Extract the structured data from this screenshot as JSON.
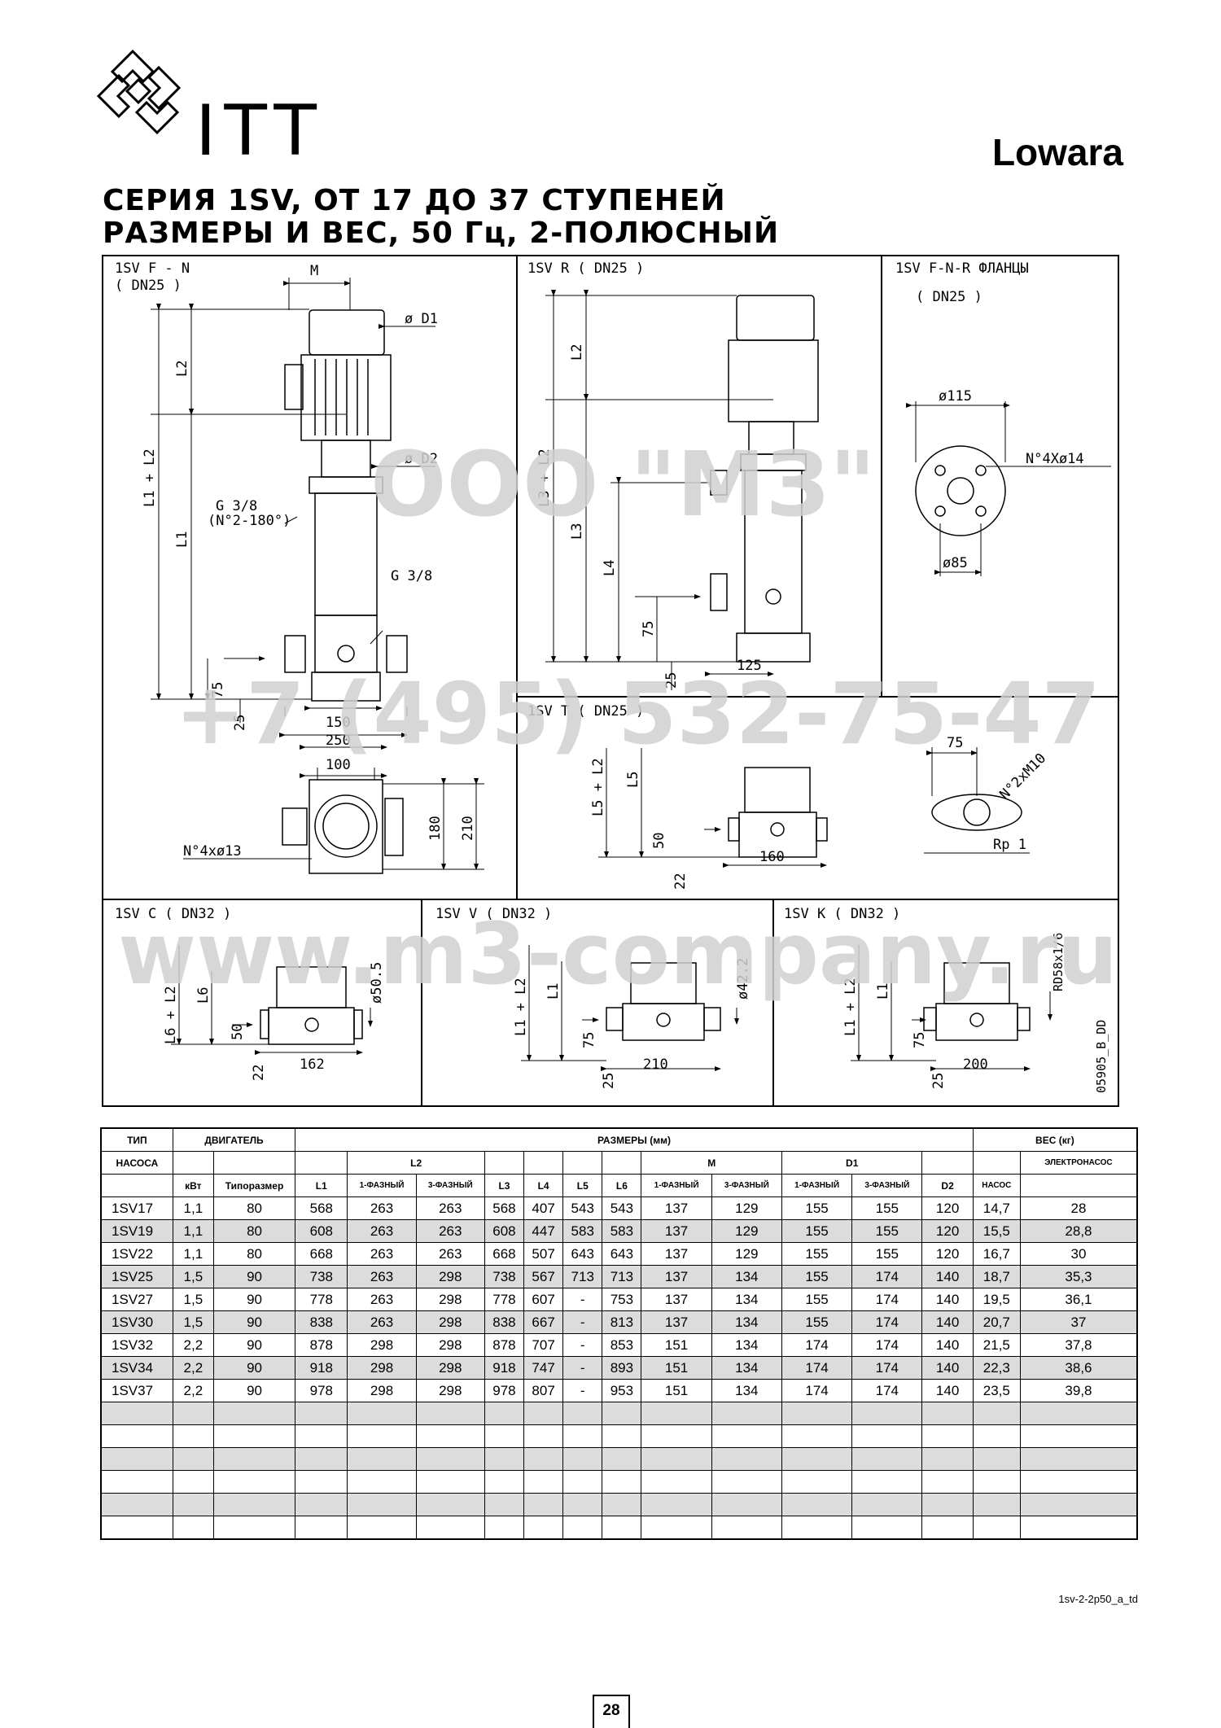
{
  "brand": {
    "logo_text": "ITT",
    "lowara": "Lowara"
  },
  "title": {
    "line1": "СЕРИЯ 1SV, ОТ 17 ДО 37 СТУПЕНЕЙ",
    "line2": "РАЗМЕРЫ И ВЕС, 50 Гц, 2-ПОЛЮСНЫЙ"
  },
  "watermark": {
    "line1": "ООО \"МЗ\"",
    "line2": "+7 (495) 532-75-47",
    "line3": "www.m3-company.ru"
  },
  "drawings": {
    "fn": {
      "title1": "1SV F - N",
      "title2": "( DN25 )",
      "M": "M",
      "D1": "ø D1",
      "D2": "ø D2",
      "L2": "L2",
      "L1L2": "L1 + L2",
      "L1": "L1",
      "g38a": "G 3/8",
      "g38b": "(N°2-180°)",
      "g38": "G 3/8",
      "d75": "75",
      "d25": "25",
      "d150": "150",
      "d250": "250",
      "d100": "100",
      "d180": "180",
      "d210": "210",
      "holes": "N°4xø13"
    },
    "r": {
      "title": "1SV R ( DN25 )",
      "L2": "L2",
      "L3L2": "L3 + L2",
      "L3": "L3",
      "L4": "L4",
      "d75": "75",
      "d25": "25",
      "d125": "125"
    },
    "flanges": {
      "title1": "1SV F-N-R ФЛАНЦЫ",
      "title2": "( DN25 )",
      "d115": "ø115",
      "holes": "N°4Xø14",
      "d85": "ø85"
    },
    "t": {
      "title": "1SV T ( DN25 )",
      "L5L2": "L5 + L2",
      "L5": "L5",
      "d50": "50",
      "d22": "22",
      "d160": "160",
      "d75": "75",
      "holes": "N°2xM10",
      "rp": "Rp 1"
    },
    "c": {
      "title": "1SV C ( DN32 )",
      "L6L2": "L6 + L2",
      "L6": "L6",
      "d50": "50",
      "d22": "22",
      "d162": "162",
      "d505": "ø50.5"
    },
    "v": {
      "title": "1SV V ( DN32 )",
      "L1L2": "L1 + L2",
      "L1": "L1",
      "d75": "75",
      "d25": "25",
      "d210": "210",
      "d422": "ø42.2"
    },
    "k": {
      "title": "1SV K ( DN32 )",
      "L1L2": "L1 + L2",
      "L1": "L1",
      "d75": "75",
      "d25": "25",
      "d200": "200",
      "rd": "RD58x1/6",
      "ref": "05905_B_DD"
    }
  },
  "table": {
    "h": {
      "type1": "ТИП",
      "type2": "НАСОСА",
      "motor": "ДВИГАТЕЛЬ",
      "dims": "РАЗМЕРЫ (мм)",
      "weight": "ВЕС (кг)",
      "kw": "кВт",
      "frame": "Типоразмер",
      "L1": "L1",
      "L2": "L2",
      "ph1": "1-ФАЗНЫЙ",
      "ph3": "3-ФАЗНЫЙ",
      "L3": "L3",
      "L4": "L4",
      "L5": "L5",
      "L6": "L6",
      "M": "M",
      "D1": "D1",
      "D2": "D2",
      "pump": "НАСОС",
      "epump": "ЭЛЕКТРОНАСОС"
    },
    "rows": [
      [
        "1SV17",
        "1,1",
        "80",
        "568",
        "263",
        "263",
        "568",
        "407",
        "543",
        "543",
        "137",
        "129",
        "155",
        "155",
        "120",
        "14,7",
        "28"
      ],
      [
        "1SV19",
        "1,1",
        "80",
        "608",
        "263",
        "263",
        "608",
        "447",
        "583",
        "583",
        "137",
        "129",
        "155",
        "155",
        "120",
        "15,5",
        "28,8"
      ],
      [
        "1SV22",
        "1,1",
        "80",
        "668",
        "263",
        "263",
        "668",
        "507",
        "643",
        "643",
        "137",
        "129",
        "155",
        "155",
        "120",
        "16,7",
        "30"
      ],
      [
        "1SV25",
        "1,5",
        "90",
        "738",
        "263",
        "298",
        "738",
        "567",
        "713",
        "713",
        "137",
        "134",
        "155",
        "174",
        "140",
        "18,7",
        "35,3"
      ],
      [
        "1SV27",
        "1,5",
        "90",
        "778",
        "263",
        "298",
        "778",
        "607",
        "-",
        "753",
        "137",
        "134",
        "155",
        "174",
        "140",
        "19,5",
        "36,1"
      ],
      [
        "1SV30",
        "1,5",
        "90",
        "838",
        "263",
        "298",
        "838",
        "667",
        "-",
        "813",
        "137",
        "134",
        "155",
        "174",
        "140",
        "20,7",
        "37"
      ],
      [
        "1SV32",
        "2,2",
        "90",
        "878",
        "298",
        "298",
        "878",
        "707",
        "-",
        "853",
        "151",
        "134",
        "174",
        "174",
        "140",
        "21,5",
        "37,8"
      ],
      [
        "1SV34",
        "2,2",
        "90",
        "918",
        "298",
        "298",
        "918",
        "747",
        "-",
        "893",
        "151",
        "134",
        "174",
        "174",
        "140",
        "22,3",
        "38,6"
      ],
      [
        "1SV37",
        "2,2",
        "90",
        "978",
        "298",
        "298",
        "978",
        "807",
        "-",
        "953",
        "151",
        "134",
        "174",
        "174",
        "140",
        "23,5",
        "39,8"
      ]
    ]
  },
  "footer": {
    "code": "1sv-2-2p50_a_td",
    "page": "28"
  }
}
